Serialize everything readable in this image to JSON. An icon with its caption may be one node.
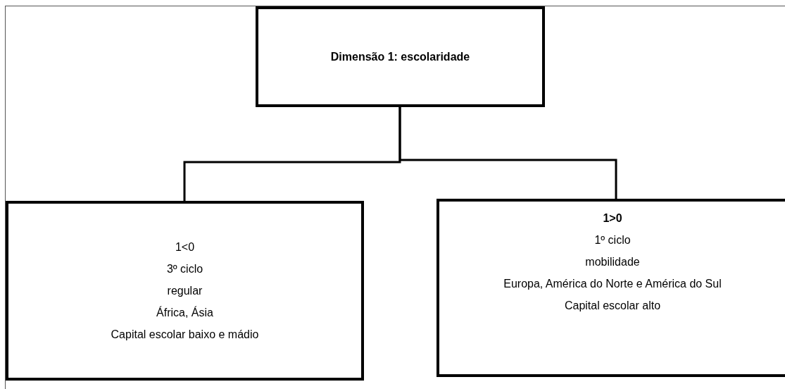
{
  "diagram": {
    "nodes": [
      {
        "text": [
          "Dimensão 1: escolaridade"
        ]
      },
      {
        "text": [
          "1<0",
          "3º ciclo",
          "regular",
          "África, Ásia",
          "Capital escolar baixo e mádio"
        ]
      },
      {
        "text": [
          "**1>0**",
          "1º ciclo",
          "mobilidade",
          "Europa, América do Norte e América do Sul",
          "Capital escolar alto"
        ]
      }
    ],
    "edges": [
      {
        "from": 0,
        "to": 1,
        "arrow": "none"
      },
      {
        "from": 0,
        "to": 2,
        "arrow": "none"
      }
    ]
  }
}
